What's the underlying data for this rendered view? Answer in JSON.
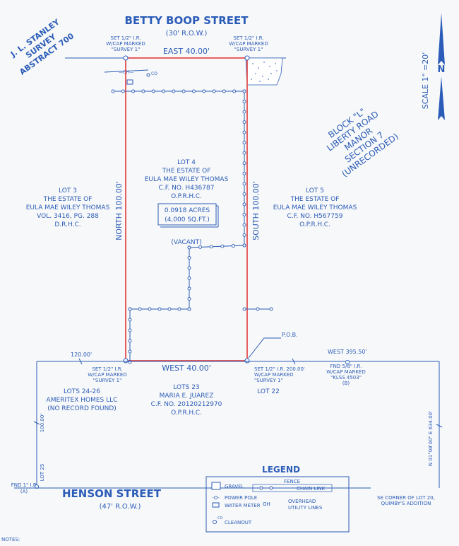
{
  "streets": {
    "north_name": "BETTY BOOP STREET",
    "north_row": "(30' R.O.W.)",
    "south_name": "HENSON STREET",
    "south_row": "(47' R.O.W.)"
  },
  "survey_stamp": {
    "line1": "J. L. STANLEY",
    "line2": "SURVEY",
    "line3": "ABSTRACT 700"
  },
  "scale": "SCALE 1\" =20'",
  "block": {
    "line1": "BLOCK \"L\"",
    "line2": "LIBERTY ROAD",
    "line3": "MANOR",
    "line4": "SECTION 7",
    "line5": "(UNRECORDED)"
  },
  "monuments": {
    "nw_1": "SET 1/2\" I.R.",
    "nw_2": "W/CAP MARKED",
    "nw_3": "\"SURVEY 1\"",
    "ne_1": "SET 1/2\" I.R.",
    "ne_2": "W/CAP MARKED",
    "ne_3": "\"SURVEY 1\"",
    "sw_1": "SET 1/2\" I.R.",
    "sw_2": "W/CAP MARKED",
    "sw_3": "\"SURVEY 1\"",
    "se_1": "SET 1/2\" I.R.  200.00'",
    "se_2": "W/CAP MARKED",
    "se_3": "\"SURVEY 1\"",
    "fnd58_1": "FND 5/8\" I.R.",
    "fnd58_2": "W/CAP MARKED",
    "fnd58_3": "\"KLSS 4503\"",
    "fnd58_tag": "(B)",
    "fnd1_1": "FND 1\" I.P.",
    "fnd1_tag": "(A)"
  },
  "dimensions": {
    "east": "EAST 40.00'",
    "west": "WEST 40.00'",
    "north": "NORTH 100.00'",
    "south": "SOUTH 100.00'",
    "w120": "120.00'",
    "v100": "100.00'",
    "west395": "WEST  395.50'",
    "n_bearing": "N 01°08'00\" E  634.00'",
    "pob": "P.O.B."
  },
  "lot4": {
    "l1": "LOT 4",
    "l2": "THE ESTATE OF",
    "l3": "EULA MAE WILEY THOMAS",
    "l4": "C.F. NO. H436787",
    "l5": "O.P.R.H.C.",
    "acres": "0.0918 ACRES",
    "sqft": "(4,000 SQ.FT.)",
    "status": "(VACANT)"
  },
  "lot3": {
    "l1": "LOT 3",
    "l2": "THE ESTATE OF",
    "l3": "EULA MAE WILEY THOMAS",
    "l4": "VOL. 3416, PG. 288",
    "l5": "D.R.H.C."
  },
  "lot5": {
    "l1": "LOT 5",
    "l2": "THE ESTATE OF",
    "l3": "EULA MAE WILEY THOMAS",
    "l4": "C.F. NO. H567759",
    "l5": "O.P.R.H.C."
  },
  "lots24": {
    "l1": "LOTS 24-26",
    "l2": "AMERITEX HOMES LLC",
    "l3": "(NO RECORD FOUND)"
  },
  "lot23": {
    "l1": "LOTS 23",
    "l2": "MARIA E. JUAREZ",
    "l3": "C.F. NO. 20120212970",
    "l4": "O.P.R.H.C."
  },
  "lot22": "LOT 22",
  "lot25": "LOT 25",
  "se_corner": {
    "l1": "SE CORNER OF LOT 20,",
    "l2": "QUIMBY'S ADDITION"
  },
  "legend": {
    "title": "LEGEND",
    "fence": "FENCE",
    "gravel": "GRAVEL",
    "chain_link": "CHAIN LINK",
    "power_pole": "POWER POLE",
    "water_meter": "WATER METER",
    "overhead1": "OVERHEAD",
    "overhead2": "UTILITY LINES",
    "oh": "OH",
    "cleanout": "CLEANOUT",
    "co": "CO"
  },
  "notes": "NOTES:",
  "cleanout_mark": "CO",
  "colors": {
    "ink": "#2b5cb8",
    "lot_line": "#e33b3b",
    "paper": "#f7f8f9"
  }
}
